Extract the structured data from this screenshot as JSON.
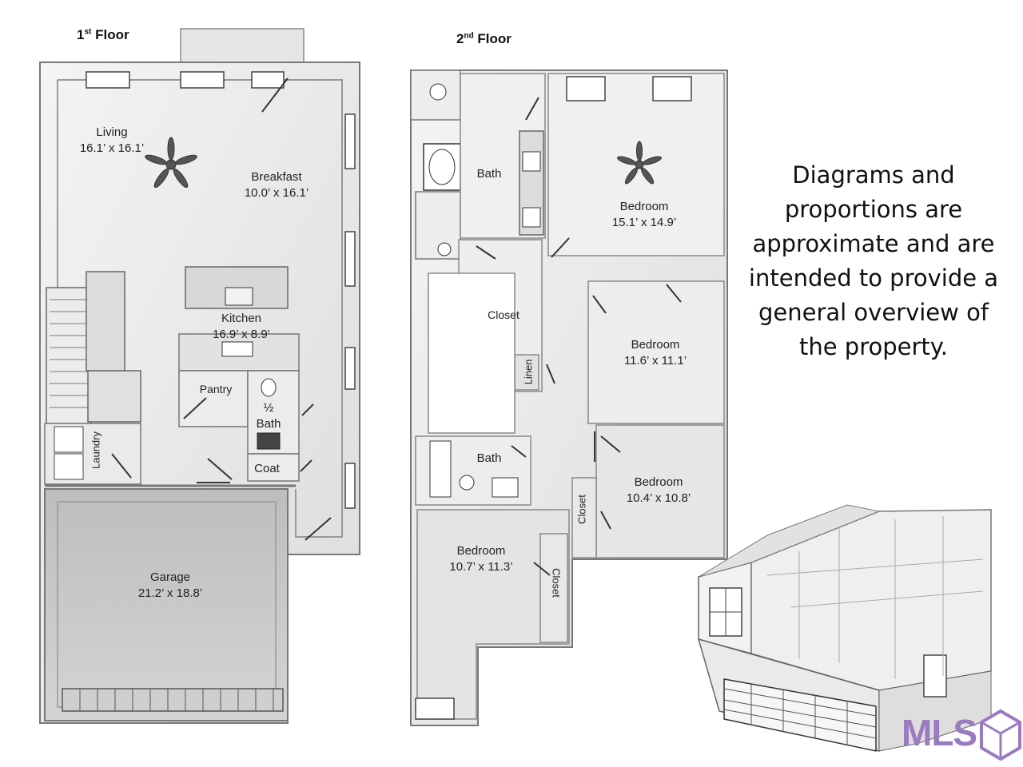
{
  "floor1": {
    "title": "1",
    "title_sup": "st",
    "title_rest": " Floor",
    "rooms": {
      "living": {
        "name": "Living",
        "dims": "16.1’ x 16.1’"
      },
      "breakfast": {
        "name": "Breakfast",
        "dims": "10.0’ x 16.1’"
      },
      "kitchen": {
        "name": "Kitchen",
        "dims": "16.9’ x 8.9’"
      },
      "pantry": {
        "name": "Pantry"
      },
      "half_bath": {
        "name": "½",
        "name2": "Bath"
      },
      "coat": {
        "name": "Coat"
      },
      "laundry": {
        "name": "Laundry"
      },
      "garage": {
        "name": "Garage",
        "dims": "21.2’ x 18.8’"
      }
    }
  },
  "floor2": {
    "title": "2",
    "title_sup": "nd",
    "title_rest": " Floor",
    "rooms": {
      "bath_top": {
        "name": "Bath"
      },
      "bedroom_master": {
        "name": "Bedroom",
        "dims": "15.1’ x 14.9’"
      },
      "closet_master": {
        "name": "Closet"
      },
      "linen": {
        "name": "Linen"
      },
      "bedroom_2": {
        "name": "Bedroom",
        "dims": "11.6’ x 11.1’"
      },
      "bath_lower": {
        "name": "Bath"
      },
      "bedroom_3": {
        "name": "Bedroom",
        "dims": "10.4’ x 10.8’"
      },
      "closet_3": {
        "name": "Closet"
      },
      "bedroom_4": {
        "name": "Bedroom",
        "dims": "10.7’ x 11.3’"
      },
      "closet_4": {
        "name": "Closet"
      }
    }
  },
  "disclaimer": "Diagrams and proportions are approximate and are intended to provide a general overview of the property.",
  "logo": {
    "text": "MLS",
    "color": "#9a7bbf"
  },
  "colors": {
    "wall": "#8a8a8a",
    "floor": "#e4e4e4",
    "garage_floor": "#c9c9c9"
  }
}
